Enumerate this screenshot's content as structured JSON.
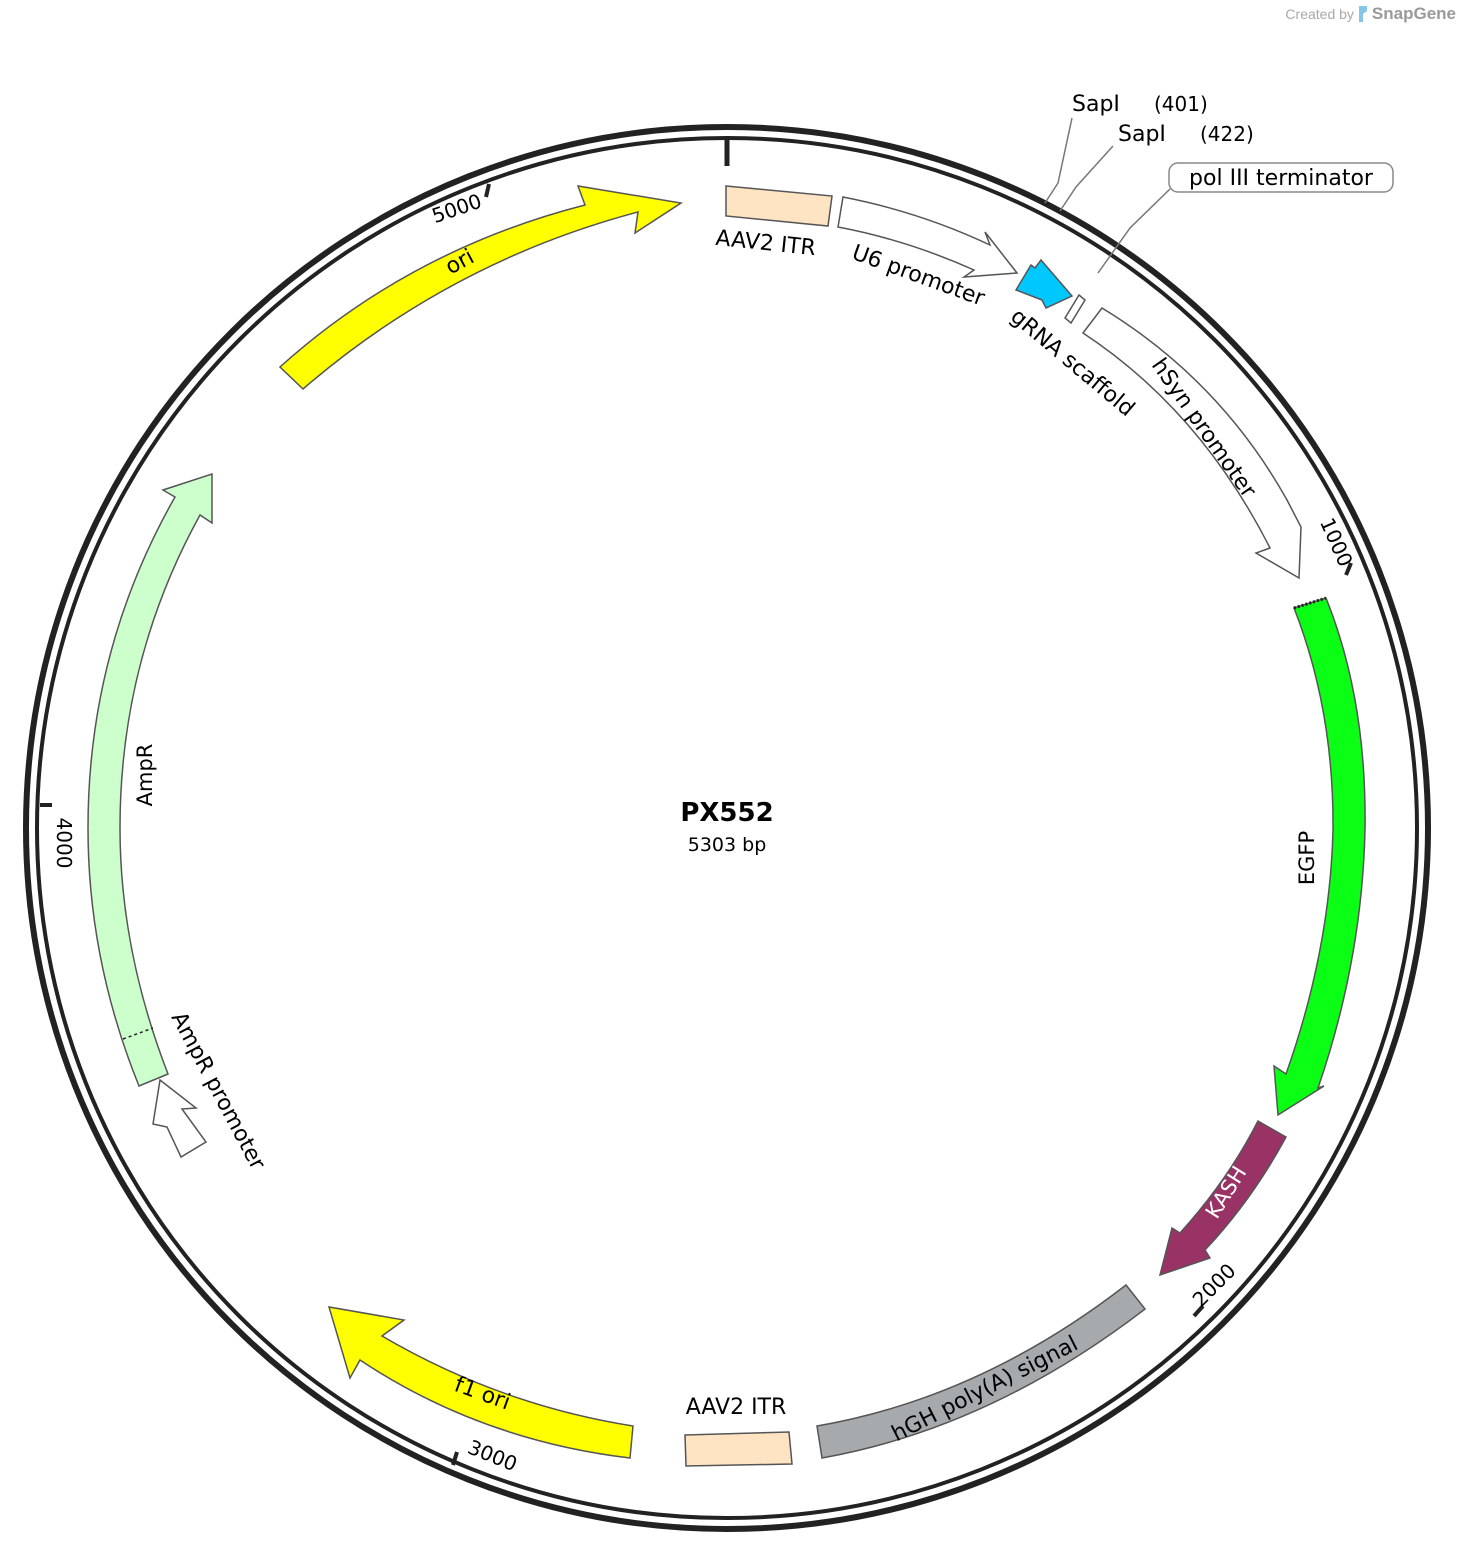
{
  "credit": {
    "prefix": "Created by",
    "brand": "SnapGene"
  },
  "plasmid": {
    "name": "PX552",
    "size": "5303 bp",
    "length": 5303
  },
  "ticks": [
    {
      "label": "1000",
      "pos": 1000
    },
    {
      "label": "2000",
      "pos": 2000
    },
    {
      "label": "3000",
      "pos": 3000
    },
    {
      "label": "4000",
      "pos": 4000
    },
    {
      "label": "5000",
      "pos": 5000
    }
  ],
  "sites": [
    {
      "label": "SapI",
      "pos": "(401)"
    },
    {
      "label": "SapI",
      "pos": "(422)"
    }
  ],
  "terminator": {
    "label": "pol III terminator"
  },
  "features": [
    {
      "label": "AAV2 ITR",
      "color": "#ffe4c4"
    },
    {
      "label": "U6 promoter",
      "color": "#ffffff"
    },
    {
      "label": "gRNA scaffold",
      "color": "#00c8ff"
    },
    {
      "label": "hSyn promoter",
      "color": "#ffffff"
    },
    {
      "label": "EGFP",
      "color": "#0aff14"
    },
    {
      "label": "KASH",
      "color": "#993366"
    },
    {
      "label": "hGH poly(A) signal",
      "color": "#a6aaad"
    },
    {
      "label": "AAV2 ITR",
      "color": "#ffe4c4"
    },
    {
      "label": "f1 ori",
      "color": "#ffff00"
    },
    {
      "label": "AmpR promoter",
      "color": "#ffffff"
    },
    {
      "label": "AmpR",
      "color": "#ccffcc"
    },
    {
      "label": "ori",
      "color": "#ffff00"
    }
  ]
}
